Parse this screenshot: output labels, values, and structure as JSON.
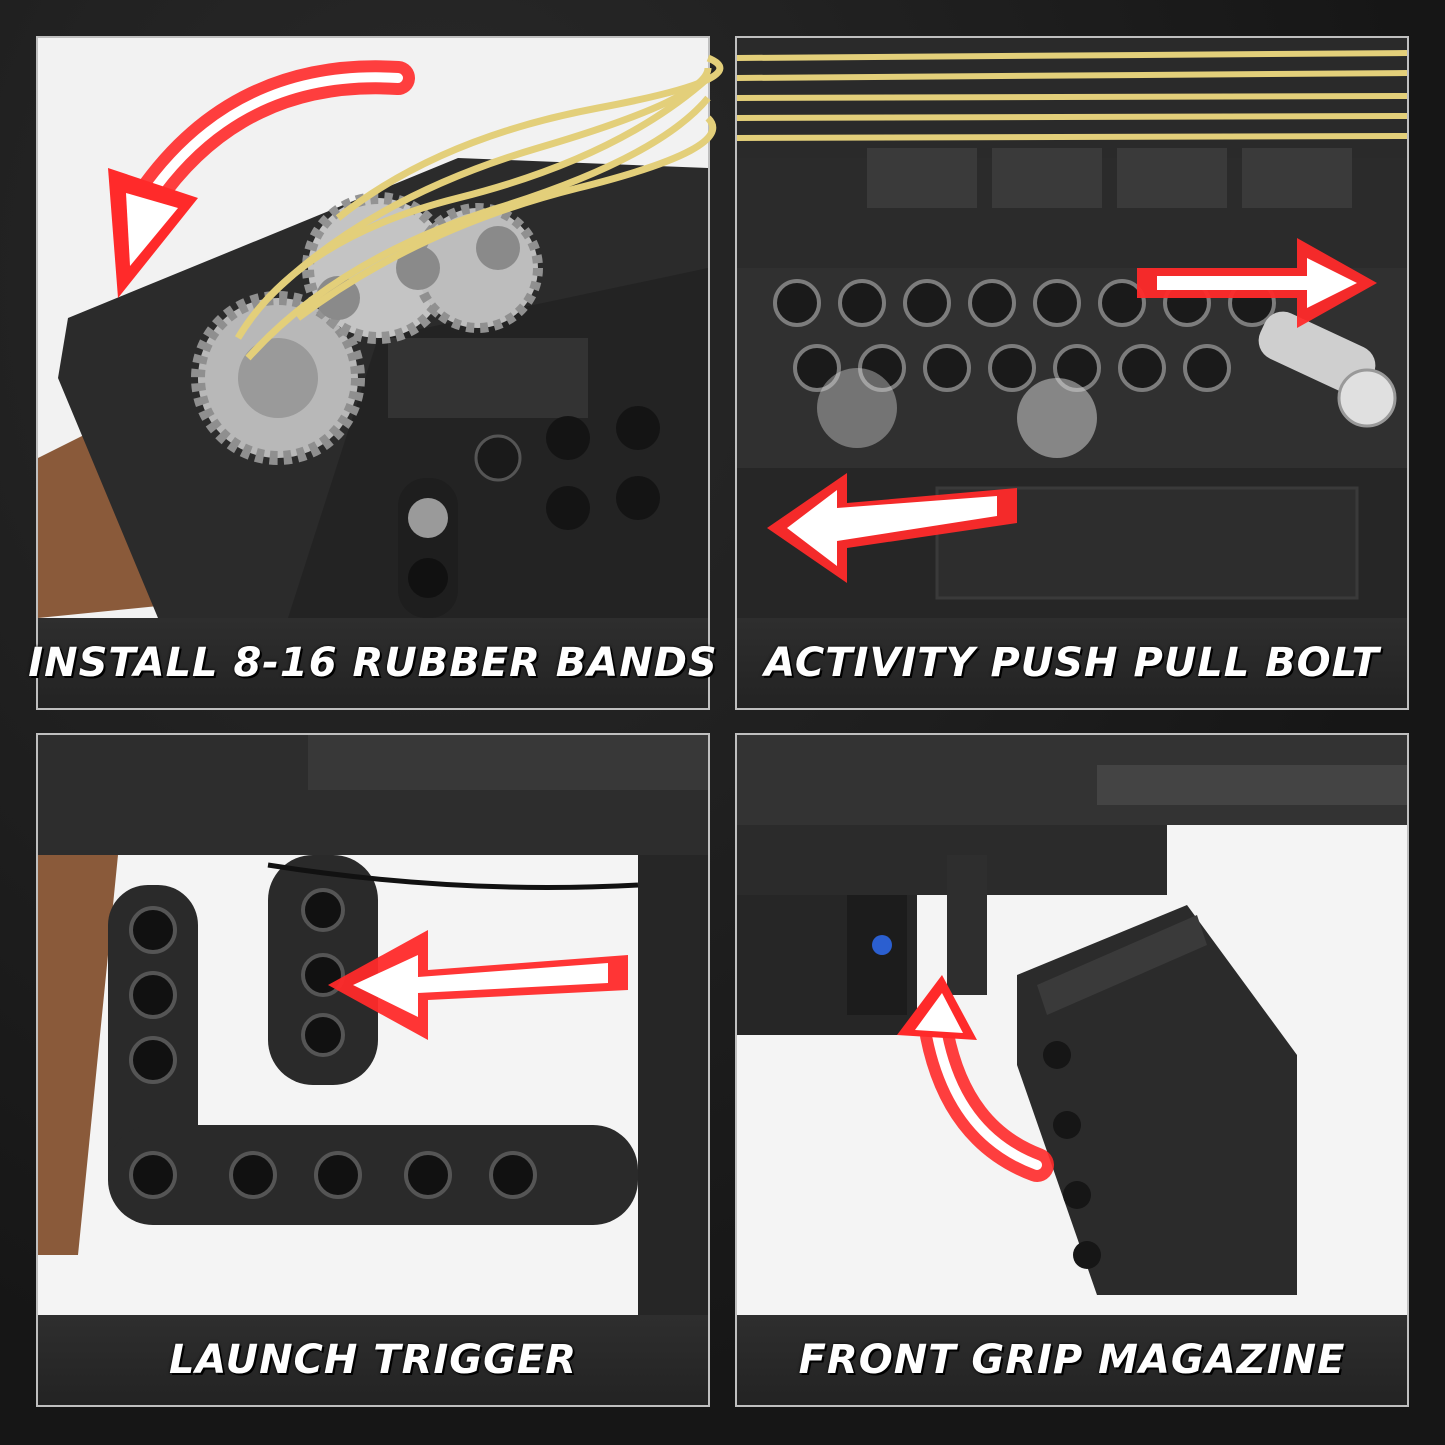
{
  "colors": {
    "brick_black": "#2b2b2b",
    "brick_dark": "#1f1f1f",
    "gear_gray": "#9a9a9a",
    "band_yellow": "#e3cf7a",
    "stock_brown": "#8a5a3a",
    "arrow_red": "#e21b1b",
    "caption_text": "#ffffff"
  },
  "panels": [
    {
      "caption": "INSTALL 8-16 RUBBER BANDS",
      "icon": "curved-arrow-icon"
    },
    {
      "caption": "ACTIVITY PUSH PULL BOLT",
      "icon": "double-arrow-icon"
    },
    {
      "caption": "LAUNCH TRIGGER",
      "icon": "left-arrow-icon"
    },
    {
      "caption": "FRONT GRIP MAGAZINE",
      "icon": "curved-up-arrow-icon"
    }
  ]
}
